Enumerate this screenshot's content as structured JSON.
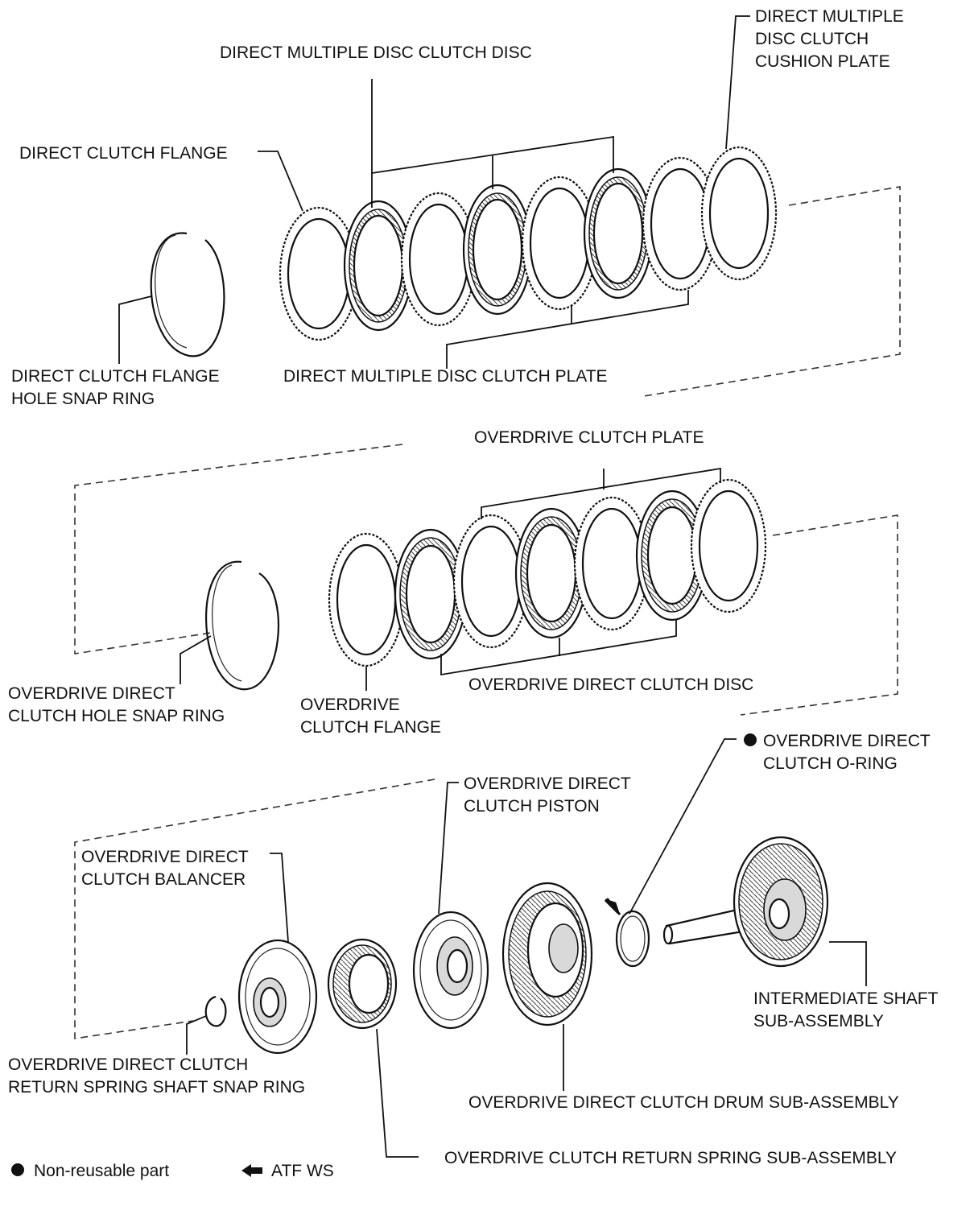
{
  "labels": {
    "direct_multiple_disc_clutch_cushion_plate": [
      "DIRECT MULTIPLE",
      "DISC CLUTCH",
      "CUSHION PLATE"
    ],
    "direct_multiple_disc_clutch_disc": [
      "DIRECT MULTIPLE DISC CLUTCH DISC"
    ],
    "direct_clutch_flange": [
      "DIRECT CLUTCH FLANGE"
    ],
    "direct_clutch_flange_hole_snap_ring": [
      "DIRECT CLUTCH FLANGE",
      "HOLE SNAP RING"
    ],
    "direct_multiple_disc_clutch_plate": [
      "DIRECT MULTIPLE DISC CLUTCH PLATE"
    ],
    "overdrive_clutch_plate": [
      "OVERDRIVE CLUTCH PLATE"
    ],
    "overdrive_direct_clutch_hole_snap_ring": [
      "OVERDRIVE DIRECT",
      "CLUTCH HOLE SNAP RING"
    ],
    "overdrive_clutch_flange": [
      "OVERDRIVE",
      "CLUTCH FLANGE"
    ],
    "overdrive_direct_clutch_disc": [
      "OVERDRIVE DIRECT CLUTCH DISC"
    ],
    "overdrive_direct_clutch_o_ring": [
      "OVERDRIVE DIRECT",
      "CLUTCH O-RING"
    ],
    "overdrive_direct_clutch_piston": [
      "OVERDRIVE DIRECT",
      "CLUTCH PISTON"
    ],
    "overdrive_direct_clutch_balancer": [
      "OVERDRIVE DIRECT",
      "CLUTCH BALANCER"
    ],
    "intermediate_shaft_sub_assembly": [
      "INTERMEDIATE SHAFT",
      "SUB-ASSEMBLY"
    ],
    "overdrive_direct_clutch_return_spring_shaft_snap_ring": [
      "OVERDRIVE DIRECT CLUTCH",
      "RETURN SPRING SHAFT SNAP RING"
    ],
    "overdrive_direct_clutch_drum_sub_assembly": [
      "OVERDRIVE DIRECT CLUTCH DRUM SUB-ASSEMBLY"
    ],
    "overdrive_clutch_return_spring_sub_assembly": [
      "OVERDRIVE CLUTCH RETURN SPRING SUB-ASSEMBLY"
    ]
  },
  "legend": {
    "non_reusable": "Non-reusable part",
    "atf": "ATF WS"
  }
}
